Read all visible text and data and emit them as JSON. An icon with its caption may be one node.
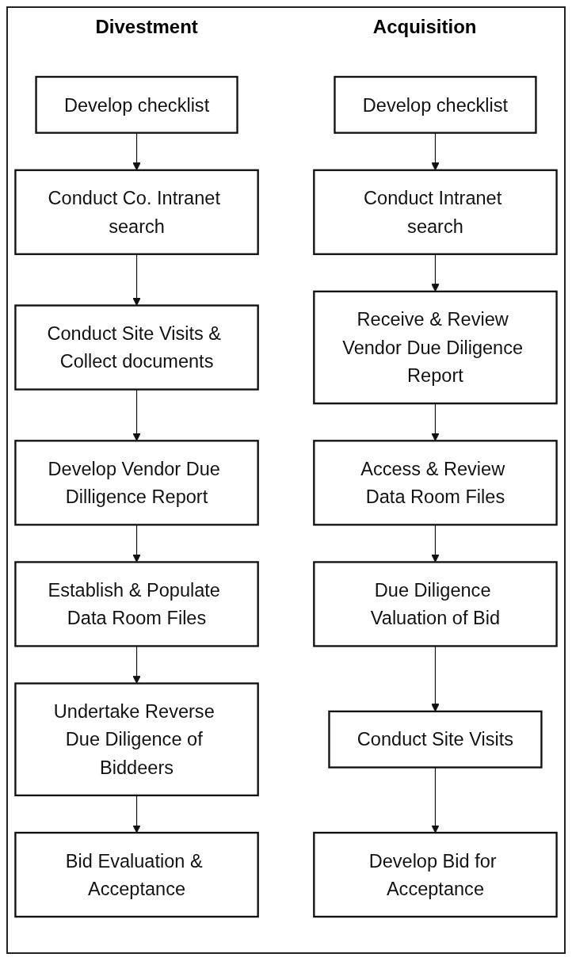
{
  "diagram": {
    "nodes": [
      {
        "text": [
          "Develop checklist"
        ]
      },
      {
        "text": [
          "Conduct Co. Intranet search"
        ]
      },
      {
        "text": [
          "Conduct Site Visits & Collect documents"
        ]
      },
      {
        "text": [
          "Develop Vendor Due Dilligence Report"
        ]
      },
      {
        "text": [
          "Establish & Populate Data Room Files"
        ]
      },
      {
        "text": [
          "Undertake Reverse Due Diligence of Biddeers"
        ]
      },
      {
        "text": [
          "Bid Evaluation & Acceptance"
        ]
      },
      {
        "text": [
          "Develop checklist"
        ]
      },
      {
        "text": [
          "Conduct Intranet search"
        ]
      },
      {
        "text": [
          "Receive & Review Vendor Due Diligence Report"
        ]
      },
      {
        "text": [
          "Access & Review Data Room Files"
        ]
      },
      {
        "text": [
          "Due Diligence Valuation of Bid"
        ]
      },
      {
        "text": [
          "Conduct Site Visits"
        ]
      },
      {
        "text": [
          "Develop Bid for Acceptance"
        ]
      }
    ],
    "edges": [
      {
        "from": 0,
        "to": 1,
        "arrow": "to"
      },
      {
        "from": 1,
        "to": 2,
        "arrow": "to"
      },
      {
        "from": 2,
        "to": 3,
        "arrow": "to"
      },
      {
        "from": 3,
        "to": 4,
        "arrow": "to"
      },
      {
        "from": 4,
        "to": 5,
        "arrow": "to"
      },
      {
        "from": 5,
        "to": 6,
        "arrow": "to"
      },
      {
        "from": 7,
        "to": 8,
        "arrow": "to"
      },
      {
        "from": 8,
        "to": 9,
        "arrow": "to"
      },
      {
        "from": 9,
        "to": 10,
        "arrow": "to"
      },
      {
        "from": 10,
        "to": 11,
        "arrow": "to"
      },
      {
        "from": 11,
        "to": 12,
        "arrow": "to"
      },
      {
        "from": 12,
        "to": 13,
        "arrow": "to"
      }
    ],
    "labels": [
      "Divestment",
      "Acquisition"
    ]
  }
}
